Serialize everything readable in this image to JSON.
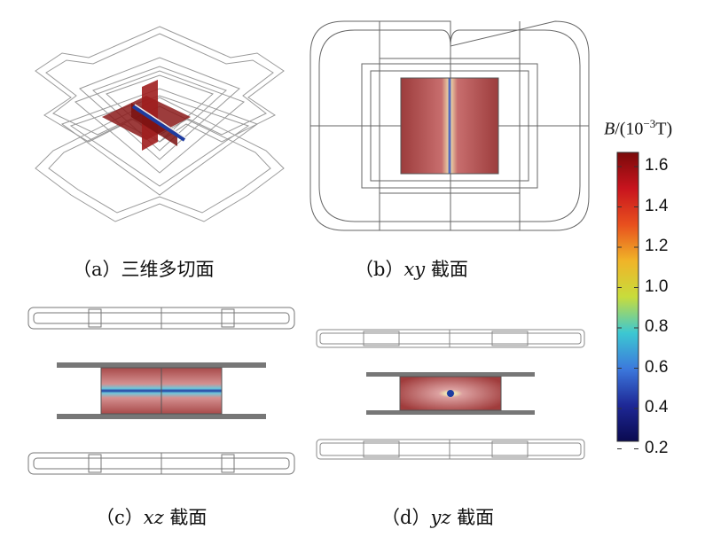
{
  "panels": [
    {
      "id": "a",
      "caption_prefix": "（a）",
      "caption_italic": "",
      "caption_text": "三维多切面"
    },
    {
      "id": "b",
      "caption_prefix": "（b）",
      "caption_italic": "xy",
      "caption_text": " 截面"
    },
    {
      "id": "c",
      "caption_prefix": "（c）",
      "caption_italic": "xz",
      "caption_text": " 截面"
    },
    {
      "id": "d",
      "caption_prefix": "（d）",
      "caption_italic": "yz",
      "caption_text": " 截面"
    }
  ],
  "colorbar": {
    "title_var": "B",
    "title_mid": "/(10",
    "title_exp": "−3",
    "title_unit": "T)",
    "ticks": [
      "1.6",
      "1.4",
      "1.2",
      "1.0",
      "0.8",
      "0.6",
      "0.4",
      "0.2"
    ],
    "colors": [
      "#7a0a0a",
      "#c8141e",
      "#e8501e",
      "#f0b428",
      "#c8dc3c",
      "#3cc8d2",
      "#3c78dc",
      "#1e2896",
      "#0a0a50"
    ]
  }
}
